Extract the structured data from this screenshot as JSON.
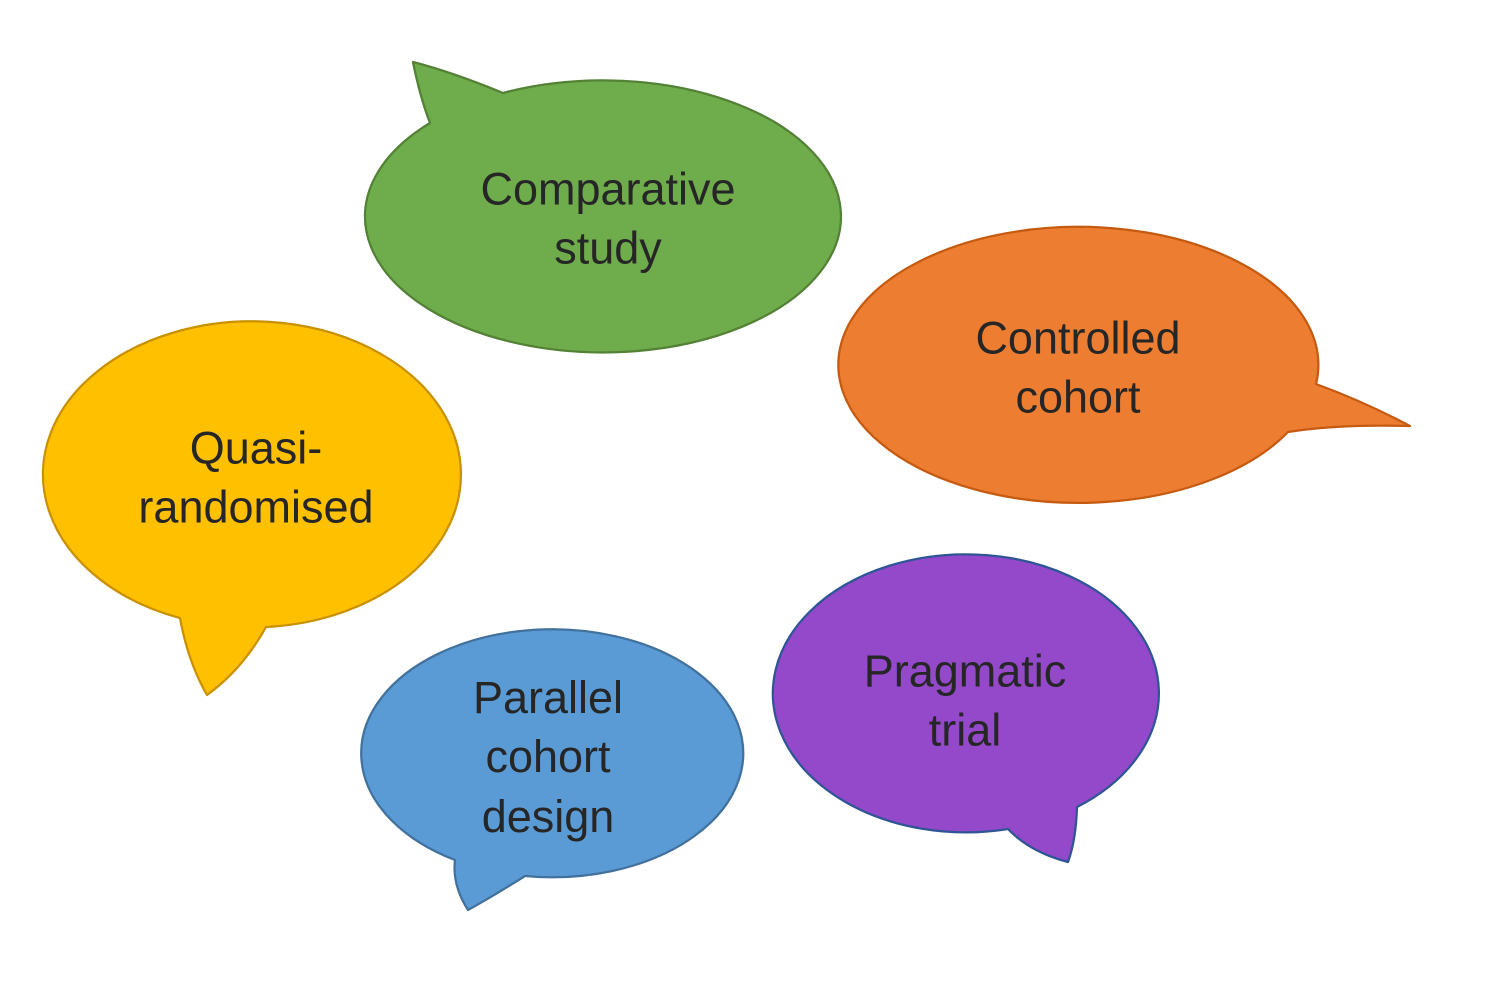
{
  "meta": {
    "background_color": "#ffffff",
    "text_color": "#262626",
    "diagram_type": "speech-bubble cluster of study design types"
  },
  "bubbles": [
    {
      "id": "comparative-study",
      "label": "Comparative\nstudy",
      "fill": "#6FAC4C",
      "stroke": "#538135",
      "tail_direction": "up-left"
    },
    {
      "id": "controlled-cohort",
      "label": "Controlled\ncohort",
      "fill": "#ED7D31",
      "stroke": "#C55A11",
      "tail_direction": "right"
    },
    {
      "id": "quasi-randomised",
      "label": "Quasi-\nrandomised",
      "fill": "#FFC000",
      "stroke": "#C99000",
      "tail_direction": "down"
    },
    {
      "id": "parallel-cohort-design",
      "label": "Parallel\ncohort\ndesign",
      "fill": "#5B9BD5",
      "stroke": "#41719C",
      "tail_direction": "down"
    },
    {
      "id": "pragmatic-trial",
      "label": "Pragmatic\ntrial",
      "fill": "#9349C9",
      "stroke": "#2F5597",
      "tail_direction": "down-right"
    }
  ]
}
